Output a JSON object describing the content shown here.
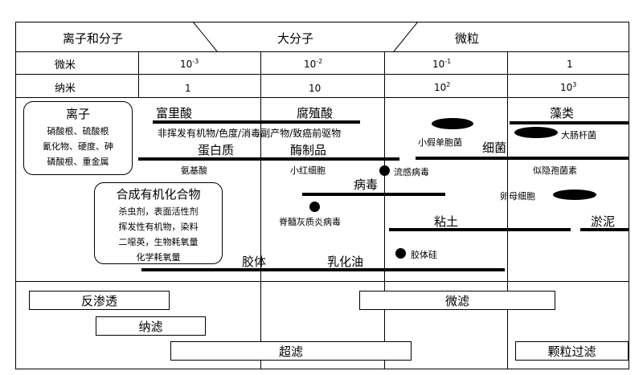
{
  "header": {
    "col1": "离子和分子",
    "col2": "大分子",
    "col3": "微粒"
  },
  "rows": {
    "micron_label": "微米",
    "nano_label": "纳米",
    "micron_values": [
      {
        "base": "10",
        "exp": "-3"
      },
      {
        "base": "10",
        "exp": "-2"
      },
      {
        "base": "10",
        "exp": "-1"
      },
      {
        "base": "1",
        "exp": ""
      }
    ],
    "nano_values": [
      {
        "base": "1",
        "exp": ""
      },
      {
        "base": "10",
        "exp": ""
      },
      {
        "base": "10",
        "exp": "2"
      },
      {
        "base": "10",
        "exp": "3"
      }
    ]
  },
  "ions_box": {
    "title": "离子",
    "lines": [
      "硝酸根、硫酸根",
      "氰化物、硬度、砷",
      "磷酸根、重金属"
    ]
  },
  "organics_box": {
    "title": "合成有机化合物",
    "lines": [
      "杀虫剂，表面活性剂",
      "挥发性有机物，染料",
      "二噁英，生物耗氧量",
      "化学耗氧量"
    ]
  },
  "labels": {
    "humic": "富里酸",
    "humus": "腐殖酸",
    "algae": "藻类",
    "nonvolatile": "非挥发有机物/色度/消毒副产物/致癌前驱物",
    "pseudomonas": "小假单胞菌",
    "ecoli": "大肠杆菌",
    "protein": "蛋白质",
    "enzyme": "酶制品",
    "bacteria": "细菌",
    "amino": "氨基酸",
    "rbc": "小红细胞",
    "flu": "流感病毒",
    "crypto": "似隐孢菌素",
    "virus": "病毒",
    "oocyst": "卵母细胞",
    "polio": "脊髓灰质炎病毒",
    "clay": "粘土",
    "silt": "淤泥",
    "colloid_silica": "胶体硅",
    "colloid": "胶体",
    "emulsion": "乳化油"
  },
  "processes": {
    "ro": "反渗透",
    "nf": "纳滤",
    "uf": "超滤",
    "mf": "微滤",
    "pf": "颗粒过滤"
  }
}
